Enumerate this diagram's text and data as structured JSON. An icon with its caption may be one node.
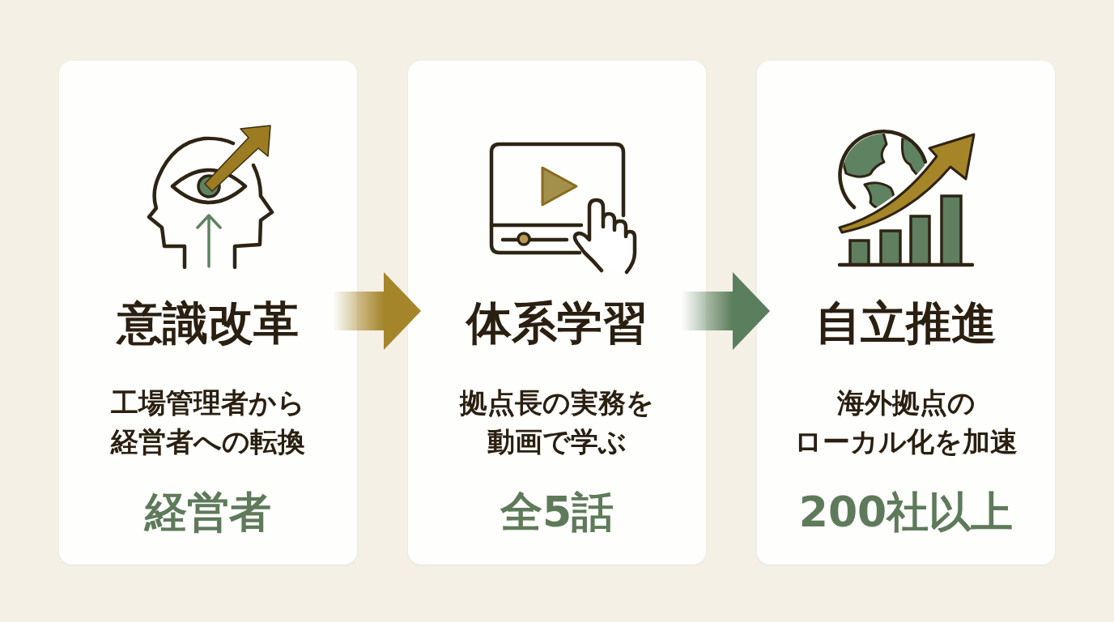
{
  "diagram": {
    "nodes": [
      {
        "text": [
          "意識改革",
          "工場管理者から経営者への転換",
          "経営者"
        ]
      },
      {
        "text": [
          "体系学習",
          "拠点長の実務を動画で学ぶ",
          "全5話"
        ]
      },
      {
        "text": [
          "自立推進",
          "海外拠点のローカル化を加速",
          "200社以上"
        ]
      }
    ],
    "edges": [
      {
        "from": 0,
        "to": 1,
        "arrow": "to",
        "color": "#a5852a"
      },
      {
        "from": 1,
        "to": 2,
        "arrow": "to",
        "color": "#5b7f5c"
      }
    ]
  }
}
